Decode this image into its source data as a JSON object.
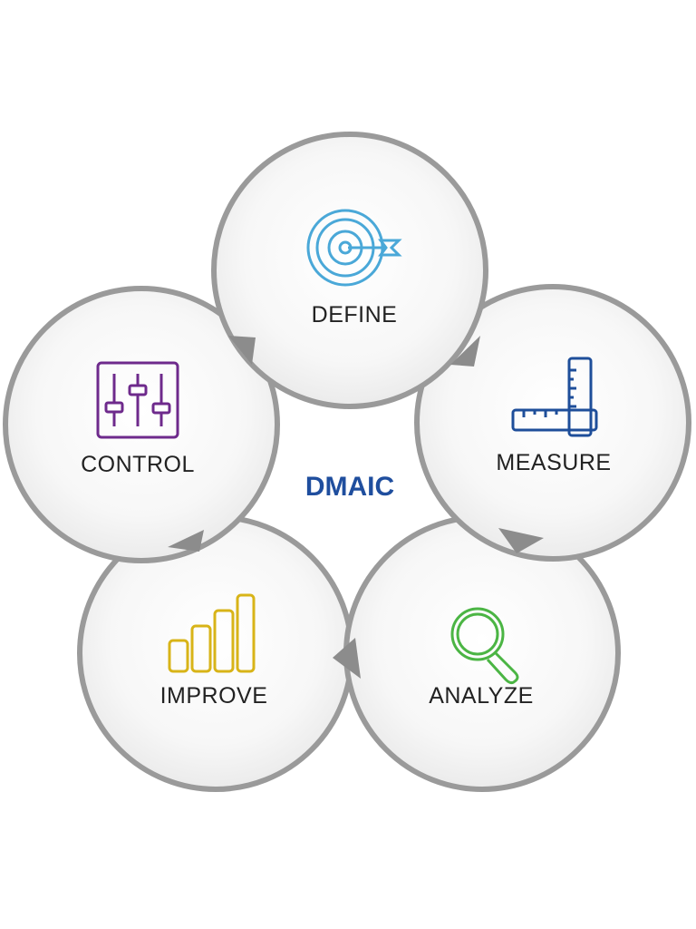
{
  "center": {
    "label": "DMAIC",
    "color": "#1f4e9e"
  },
  "stages": [
    {
      "key": "define",
      "label": "DEFINE",
      "icon": "target-icon",
      "color": "#4aa8d8"
    },
    {
      "key": "measure",
      "label": "MEASURE",
      "icon": "ruler-icon",
      "color": "#1e4e9a"
    },
    {
      "key": "analyze",
      "label": "ANALYZE",
      "icon": "magnifier-icon",
      "color": "#4bb544"
    },
    {
      "key": "improve",
      "label": "IMPROVE",
      "icon": "bar-chart-icon",
      "color": "#d8b418"
    },
    {
      "key": "control",
      "label": "CONTROL",
      "icon": "sliders-icon",
      "color": "#6e2a8c"
    }
  ],
  "ring_color": "#9a9a9a",
  "arrow_color": "#8c8c8c"
}
